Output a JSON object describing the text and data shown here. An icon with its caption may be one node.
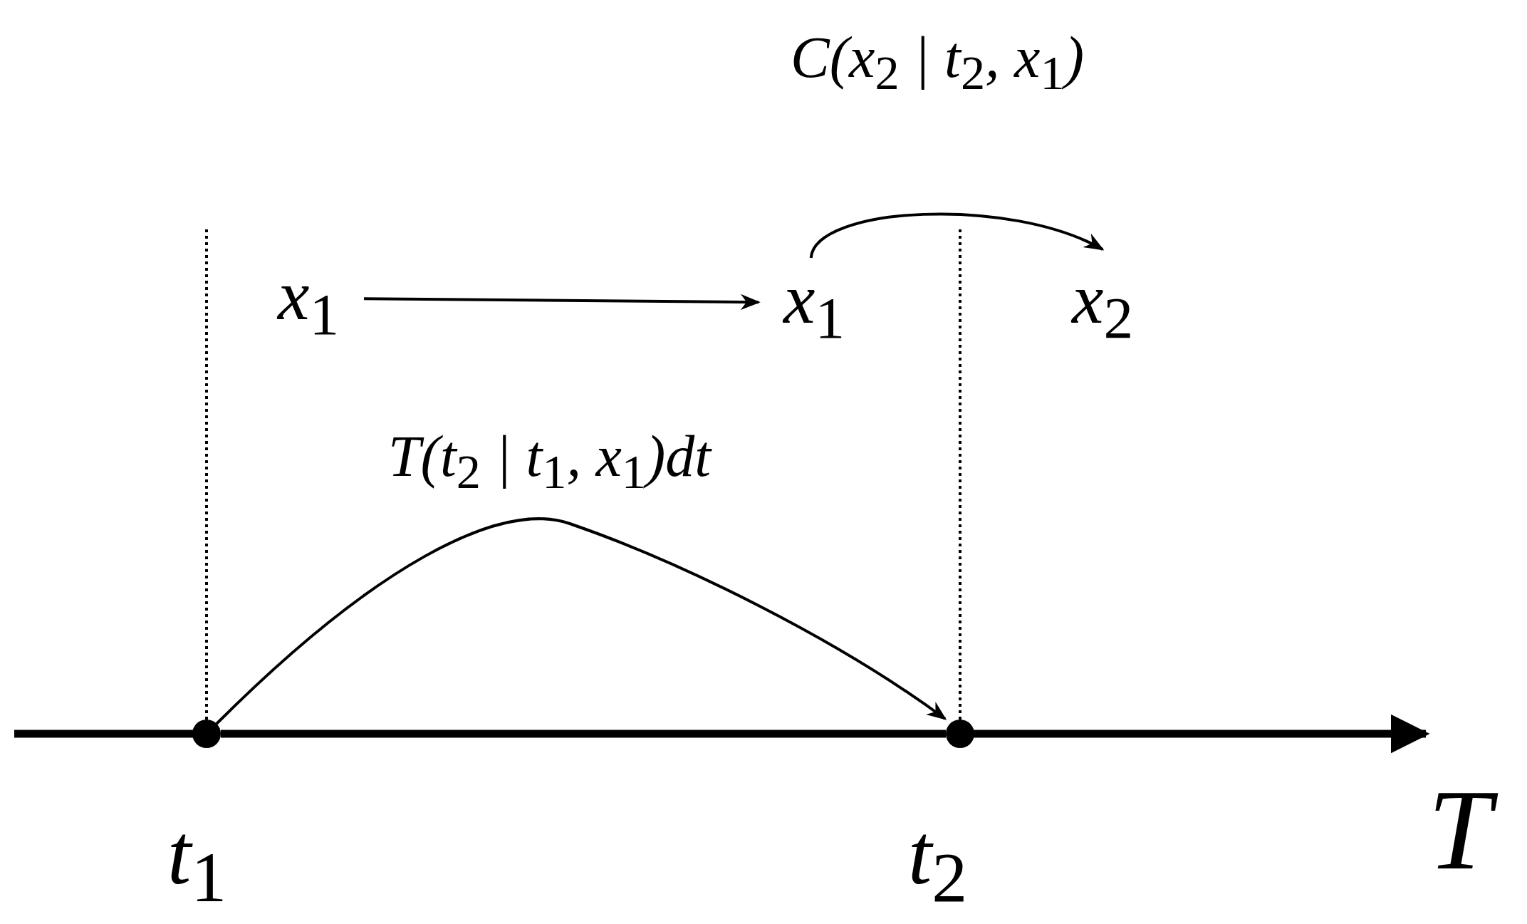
{
  "diagram": {
    "nodes": [
      {
        "text": [
          "x$_{1}$"
        ]
      },
      {
        "text": [
          "x$_{1}$"
        ]
      },
      {
        "text": [
          "x$_{2}$"
        ]
      },
      {
        "text": [],
        "shape": "circle",
        "beside": [
          "t$_{1}$"
        ]
      },
      {
        "text": [],
        "shape": "circle",
        "beside": [
          "t$_{2}$"
        ]
      }
    ],
    "edges": [
      {
        "from": 0,
        "to": 1,
        "arrow": "to"
      },
      {
        "from": 1,
        "to": 2,
        "arrow": "to",
        "label": "C(x$_{2}$ | t$_{2}$, x$_{1}$)"
      },
      {
        "from": 3,
        "to": 4,
        "arrow": "to",
        "label": "T(t$_{2}$ | t$_{1}$, x$_{1}$)dt"
      },
      {
        "from": 3,
        "to": 4,
        "arrow": "none",
        "style": "thick"
      }
    ],
    "labels": [
      "T"
    ]
  }
}
